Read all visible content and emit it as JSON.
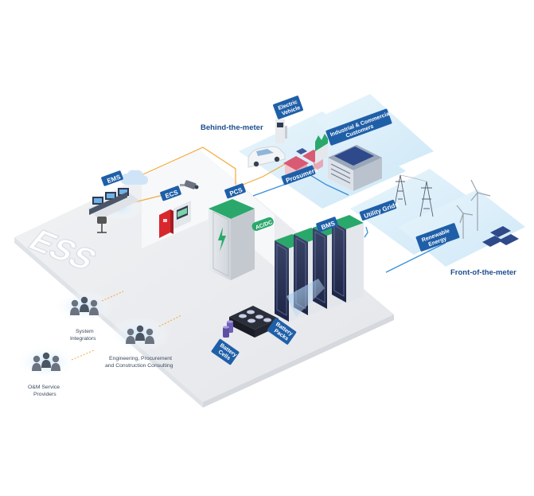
{
  "labels": {
    "behind_the_meter": "Behind-the-meter",
    "front_of_the_meter": "Front-of-the-meter",
    "ess": "ESS",
    "electric_vehicle_1": "Electric",
    "electric_vehicle_2": "Vehicle",
    "industrial_1": "Industrial & Commercial",
    "industrial_2": "Customers",
    "prosumers": "Prosumers",
    "utility_grids": "Utility Grids",
    "renewable_1": "Renewable",
    "renewable_2": "Energy",
    "ems": "EMS",
    "ecs": "ECS",
    "pcs": "PCS",
    "ac_dc": "AC/DC",
    "bms": "BMS",
    "battery_packs_1": "Battery",
    "battery_packs_2": "Packs",
    "battery_cells_1": "Battery",
    "battery_cells_2": "Cells",
    "system_integrators_1": "System",
    "system_integrators_2": "Integrators",
    "epc_1": "Engineering, Procurement",
    "epc_2": "and Construction Consulting",
    "om_1": "O&M Service",
    "om_2": "Providers"
  },
  "icons": {
    "people": "people-group-icon",
    "battery": "battery-bolt-icon",
    "grid": "power-tower-icon",
    "wind": "wind-turbine-icon",
    "solar": "solar-panel-icon",
    "car": "car-icon",
    "charger": "ev-charger-icon",
    "factory": "factory-icon",
    "house": "house-icon",
    "camera": "camera-icon"
  },
  "colors": {
    "tag_blue": "#1f5fa8",
    "cabinet_green": "#2aa86b",
    "connector_orange": "#f2a93b",
    "connector_blue": "#3a8fd6",
    "floor_grey": "#eceef1",
    "tile_blue": "#dff0fa"
  }
}
